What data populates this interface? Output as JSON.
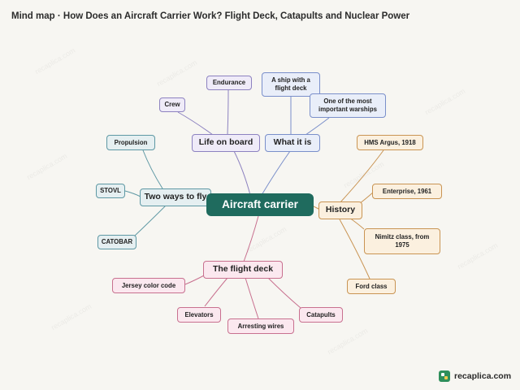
{
  "title": "Mind map · How Does an Aircraft Carrier Work? Flight Deck, Catapults and Nuclear Power",
  "colors": {
    "central": "#1f6b5e",
    "life_on_board": "#8d82c0",
    "what_it_is": "#7a8fca",
    "two_ways_to_fly": "#5e98a4",
    "history": "#c99453",
    "the_flight_deck": "#c8708f"
  },
  "central": {
    "label": "Aircraft carrier"
  },
  "branches": {
    "life_on_board": {
      "label": "Life on board",
      "children": [
        "Endurance",
        "Crew"
      ]
    },
    "what_it_is": {
      "label": "What it is",
      "children": [
        "A ship with a flight deck",
        "One of the most important warships"
      ]
    },
    "two_ways_to_fly": {
      "label": "Two ways to fly",
      "children": [
        "Propulsion",
        "STOVL",
        "CATOBAR"
      ]
    },
    "history": {
      "label": "History",
      "children": [
        "HMS Argus, 1918",
        "Enterprise, 1961",
        "Nimitz class, from 1975",
        "Ford class"
      ]
    },
    "the_flight_deck": {
      "label": "The flight deck",
      "children": [
        "Jersey color code",
        "Elevators",
        "Arresting wires",
        "Catapults"
      ]
    }
  },
  "watermark": "recaplica.com",
  "brand": {
    "name": "recaplica.com",
    "logo_icon": "recaplica-logo-icon"
  }
}
